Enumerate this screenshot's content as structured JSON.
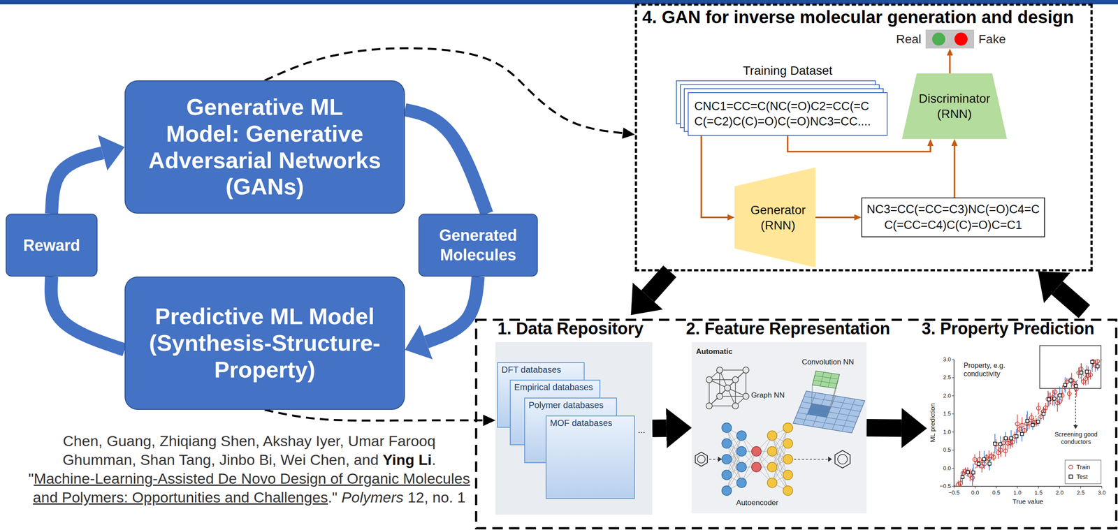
{
  "diagram": {
    "nodes": [
      {
        "text": [
          "Generative ML Model: Generative Adversarial Networks (GANs)"
        ]
      },
      {
        "text": [
          "Reward"
        ]
      },
      {
        "text": [
          "Generated Molecules"
        ]
      },
      {
        "text": [
          "Predictive ML Model (Synthesis-Structure-Property)"
        ]
      },
      {
        "text": [
          "4. GAN for inverse molecular generation and design"
        ]
      },
      {
        "text": [
          "Training Dataset",
          "CNC1=CC=C(NC(=O)C2=CC(=C C(=C2)C(C)=O)C(=O)NC3=CC...."
        ],
        "in": 4
      },
      {
        "text": [
          "Discriminator (RNN)"
        ],
        "in": 4
      },
      {
        "text": [
          "Generator (RNN)"
        ],
        "in": 4
      },
      {
        "text": [
          "NC3=CC(=CC=C3)NC(=O)C4=C C(=CC=C4)C(C)=O)C=C1"
        ],
        "in": 4
      },
      {
        "text": [
          "Real",
          "Fake"
        ],
        "in": 4
      },
      {
        "text": [
          "1. Data Repository"
        ]
      },
      {
        "text": [
          "DFT databases"
        ],
        "in": 10
      },
      {
        "text": [
          "Empirical databases"
        ],
        "in": 10
      },
      {
        "text": [
          "Polymer databases"
        ],
        "in": 10
      },
      {
        "text": [
          "MOF databases"
        ],
        "in": 10
      },
      {
        "text": [
          "2. Feature Representation"
        ]
      },
      {
        "text": [
          "3. Property Prediction"
        ]
      }
    ],
    "edges": [
      {
        "from": 0,
        "to": 2,
        "arrow": "none"
      },
      {
        "from": 2,
        "to": 3,
        "arrow": "to"
      },
      {
        "from": 3,
        "to": 1,
        "arrow": "none"
      },
      {
        "from": 1,
        "to": 0,
        "arrow": "to"
      },
      {
        "from": 0,
        "to": 4,
        "arrow": "to"
      },
      {
        "from": 3,
        "to": 10,
        "arrow": "to"
      },
      {
        "from": 5,
        "to": 7,
        "arrow": "to"
      },
      {
        "from": 5,
        "to": 6,
        "arrow": "to"
      },
      {
        "from": 7,
        "to": 8,
        "arrow": "to"
      },
      {
        "from": 8,
        "to": 6,
        "arrow": "to"
      },
      {
        "from": 6,
        "to": 9,
        "arrow": "to"
      },
      {
        "from": 4,
        "to": 10,
        "arrow": "to"
      },
      {
        "from": 16,
        "to": 4,
        "arrow": "to"
      },
      {
        "from": 10,
        "to": 15,
        "arrow": "to"
      },
      {
        "from": 15,
        "to": 16,
        "arrow": "to"
      }
    ],
    "labels": [
      "Chen, Guang, Zhiqiang Shen, Akshay Iyer, Umar Farooq Ghumman, Shan Tang, Jinbo Bi, Wei Chen, and",
      "Ying Li",
      ". \"",
      "Machine-Learning-Assisted De Novo Design of Organic Molecules and Polymers: Opportunities and Challenges",
      ".\"",
      "Polymers",
      "12, no. 1",
      "...",
      "Automatic",
      "Graph NN",
      "Convolution NN",
      "Autoencoder",
      "Property, e.g. conductivity",
      "Screening good conductors",
      "ML prediction",
      "True value",
      "3.0",
      "2.5",
      "2.0",
      "1.5",
      "1.0",
      "0.5",
      "0.0",
      "−0.5",
      "−0.5",
      "0.0",
      "0.5",
      "1.0",
      "1.5",
      "2.0",
      "2.5",
      "3.0"
    ],
    "legend": [
      {
        "text": "Train"
      },
      {
        "text": "Test"
      }
    ]
  }
}
